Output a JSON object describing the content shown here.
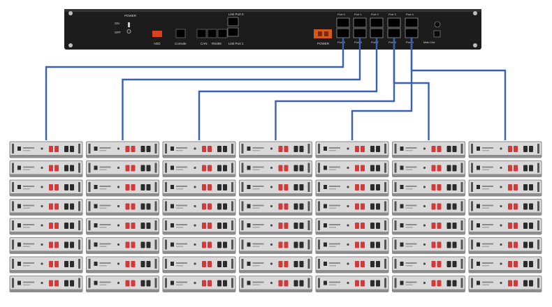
{
  "controller": {
    "power_label": "POWER",
    "on_label": "ON",
    "off_label": "OFF",
    "addr_label": "ADD",
    "console_label": "Console",
    "can_label": "CAN",
    "rs485_label": "RS485",
    "link_port0_label": "Link Port 0",
    "link_port1_label": "Link Port 1",
    "power_out_label": "POWER",
    "ports_top": [
      "Port 0",
      "Port 1",
      "Port 2",
      "Port 3",
      "Port 4"
    ],
    "ports_bottom": [
      "Port 5",
      "Port 6",
      "Port 7",
      "Port 8",
      "Port 9"
    ],
    "right_label": "Main Out",
    "colors": {
      "chassis": "#1c1c1c",
      "accent": "#d35a1d",
      "cable": "#3a5fb5"
    }
  },
  "battery_grid": {
    "columns": 7,
    "rows": 8
  },
  "connections": [
    {
      "port": "Port 5",
      "column": 1
    },
    {
      "port": "Port 6",
      "column": 2
    },
    {
      "port": "Port 7",
      "column": 3
    },
    {
      "port": "Port 8",
      "column": 4
    },
    {
      "port": "Port 9",
      "column": 5
    },
    {
      "port": "Port 3",
      "column": 6
    },
    {
      "port": "Port 4",
      "column": 7
    }
  ]
}
